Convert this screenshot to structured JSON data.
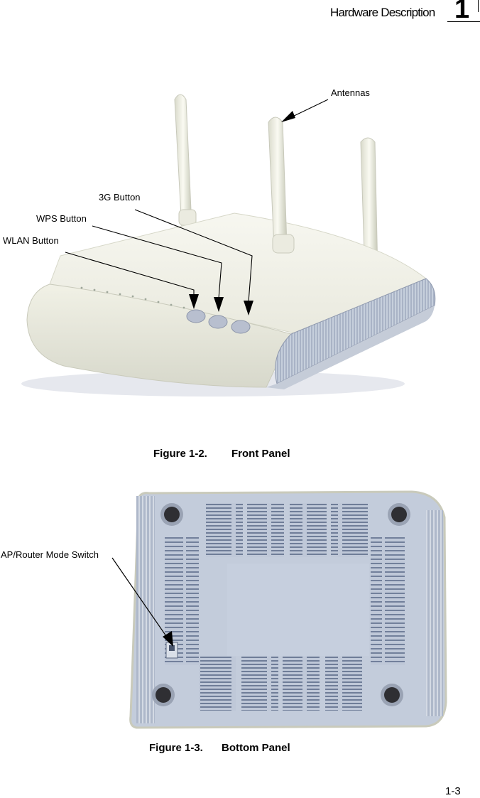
{
  "header": {
    "title": "Hardware Description",
    "chapter": "1"
  },
  "figure_front": {
    "labels": {
      "antennas": "Antennas",
      "btn_3g": "3G Button",
      "btn_wps": "WPS Button",
      "btn_wlan": "WLAN Button"
    },
    "caption_num": "Figure 1-2.",
    "caption_title": "Front Panel"
  },
  "figure_bottom": {
    "labels": {
      "mode_switch": "AP/Router Mode Switch"
    },
    "caption_num": "Figure 1-3.",
    "caption_title": "Bottom Panel"
  },
  "footer": {
    "page_number": "1-3"
  }
}
